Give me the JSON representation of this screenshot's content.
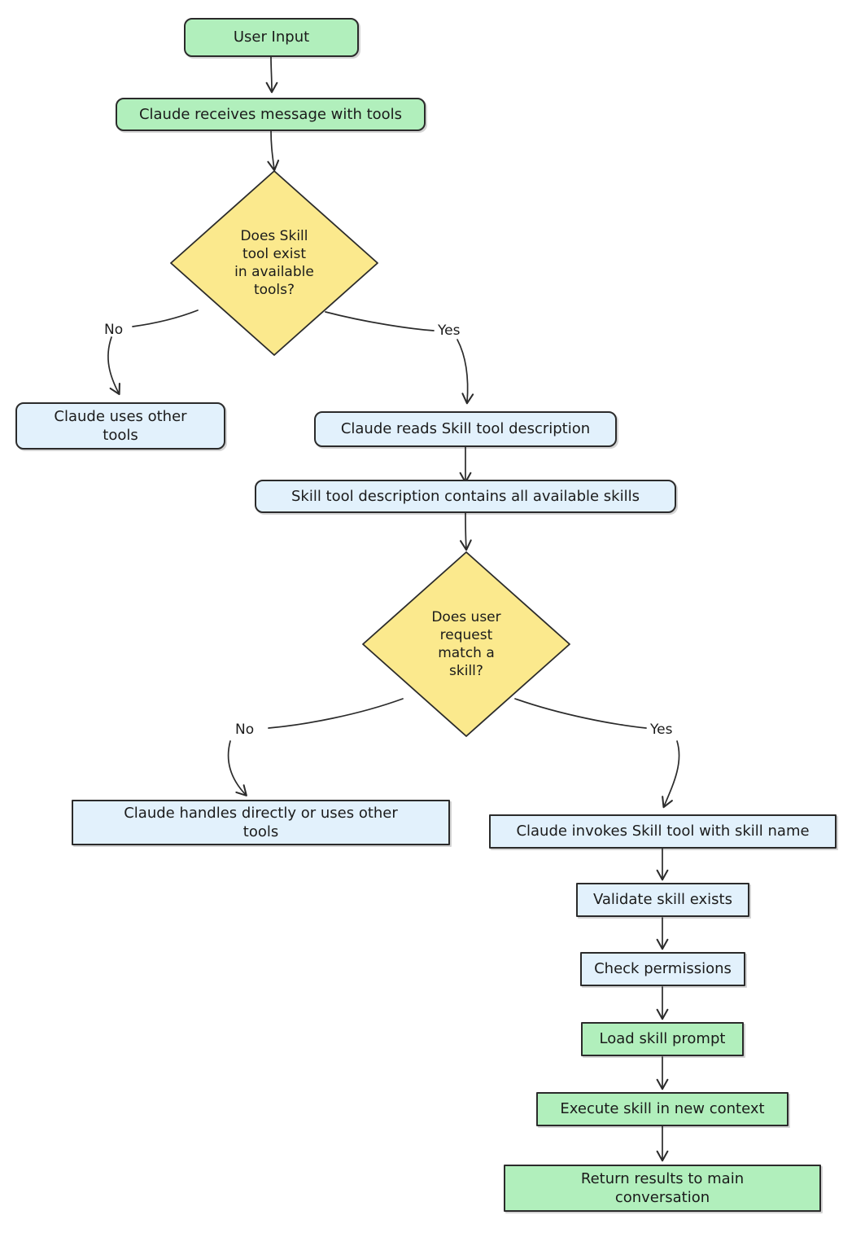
{
  "diagram": {
    "title": "Claude Skill tool invocation flowchart",
    "style": "hand-drawn flowchart",
    "colors": {
      "green_fill": "#b1efbc",
      "blue_fill": "#e2f1fc",
      "yellow_fill": "#fbe98d",
      "stroke": "#2b2b2b",
      "text": "#1b1b1b",
      "background": "#ffffff"
    }
  },
  "nodes": {
    "user_input": {
      "label": "User Input",
      "shape": "rounded-rect",
      "fill": "green"
    },
    "claude_receives": {
      "label": "Claude receives message with tools",
      "shape": "rounded-rect",
      "fill": "green"
    },
    "skill_tool_exists": {
      "label": "Does Skill\ntool exist\nin available\ntools?",
      "shape": "diamond",
      "fill": "yellow"
    },
    "claude_other_tools": {
      "label": "Claude uses other\ntools",
      "shape": "rounded-rect",
      "fill": "blue"
    },
    "claude_reads_desc": {
      "label": "Claude reads Skill tool description",
      "shape": "rounded-rect",
      "fill": "blue"
    },
    "desc_contains_skills": {
      "label": "Skill tool description contains all available skills",
      "shape": "rounded-rect",
      "fill": "blue"
    },
    "request_match_skill": {
      "label": "Does user\nrequest\nmatch a\nskill?",
      "shape": "diamond",
      "fill": "yellow"
    },
    "handles_directly": {
      "label": "Claude handles directly or uses other\ntools",
      "shape": "rect",
      "fill": "blue"
    },
    "invokes_skill_tool": {
      "label": "Claude invokes Skill tool with skill name",
      "shape": "rect",
      "fill": "blue"
    },
    "validate_skill": {
      "label": "Validate skill exists",
      "shape": "rect",
      "fill": "blue"
    },
    "check_permissions": {
      "label": "Check permissions",
      "shape": "rect",
      "fill": "blue"
    },
    "load_skill_prompt": {
      "label": "Load skill prompt",
      "shape": "rect",
      "fill": "green"
    },
    "execute_skill": {
      "label": "Execute skill in new context",
      "shape": "rect",
      "fill": "green"
    },
    "return_results": {
      "label": "Return results to main\nconversation",
      "shape": "rect",
      "fill": "green"
    }
  },
  "edge_labels": {
    "no_1": "No",
    "yes_1": "Yes",
    "no_2": "No",
    "yes_2": "Yes"
  },
  "edges": [
    {
      "from": "user_input",
      "to": "claude_receives",
      "label": ""
    },
    {
      "from": "claude_receives",
      "to": "skill_tool_exists",
      "label": ""
    },
    {
      "from": "skill_tool_exists",
      "to": "claude_other_tools",
      "label": "No"
    },
    {
      "from": "skill_tool_exists",
      "to": "claude_reads_desc",
      "label": "Yes"
    },
    {
      "from": "claude_reads_desc",
      "to": "desc_contains_skills",
      "label": ""
    },
    {
      "from": "desc_contains_skills",
      "to": "request_match_skill",
      "label": ""
    },
    {
      "from": "request_match_skill",
      "to": "handles_directly",
      "label": "No"
    },
    {
      "from": "request_match_skill",
      "to": "invokes_skill_tool",
      "label": "Yes"
    },
    {
      "from": "invokes_skill_tool",
      "to": "validate_skill",
      "label": ""
    },
    {
      "from": "validate_skill",
      "to": "check_permissions",
      "label": ""
    },
    {
      "from": "check_permissions",
      "to": "load_skill_prompt",
      "label": ""
    },
    {
      "from": "load_skill_prompt",
      "to": "execute_skill",
      "label": ""
    },
    {
      "from": "execute_skill",
      "to": "return_results",
      "label": ""
    }
  ]
}
